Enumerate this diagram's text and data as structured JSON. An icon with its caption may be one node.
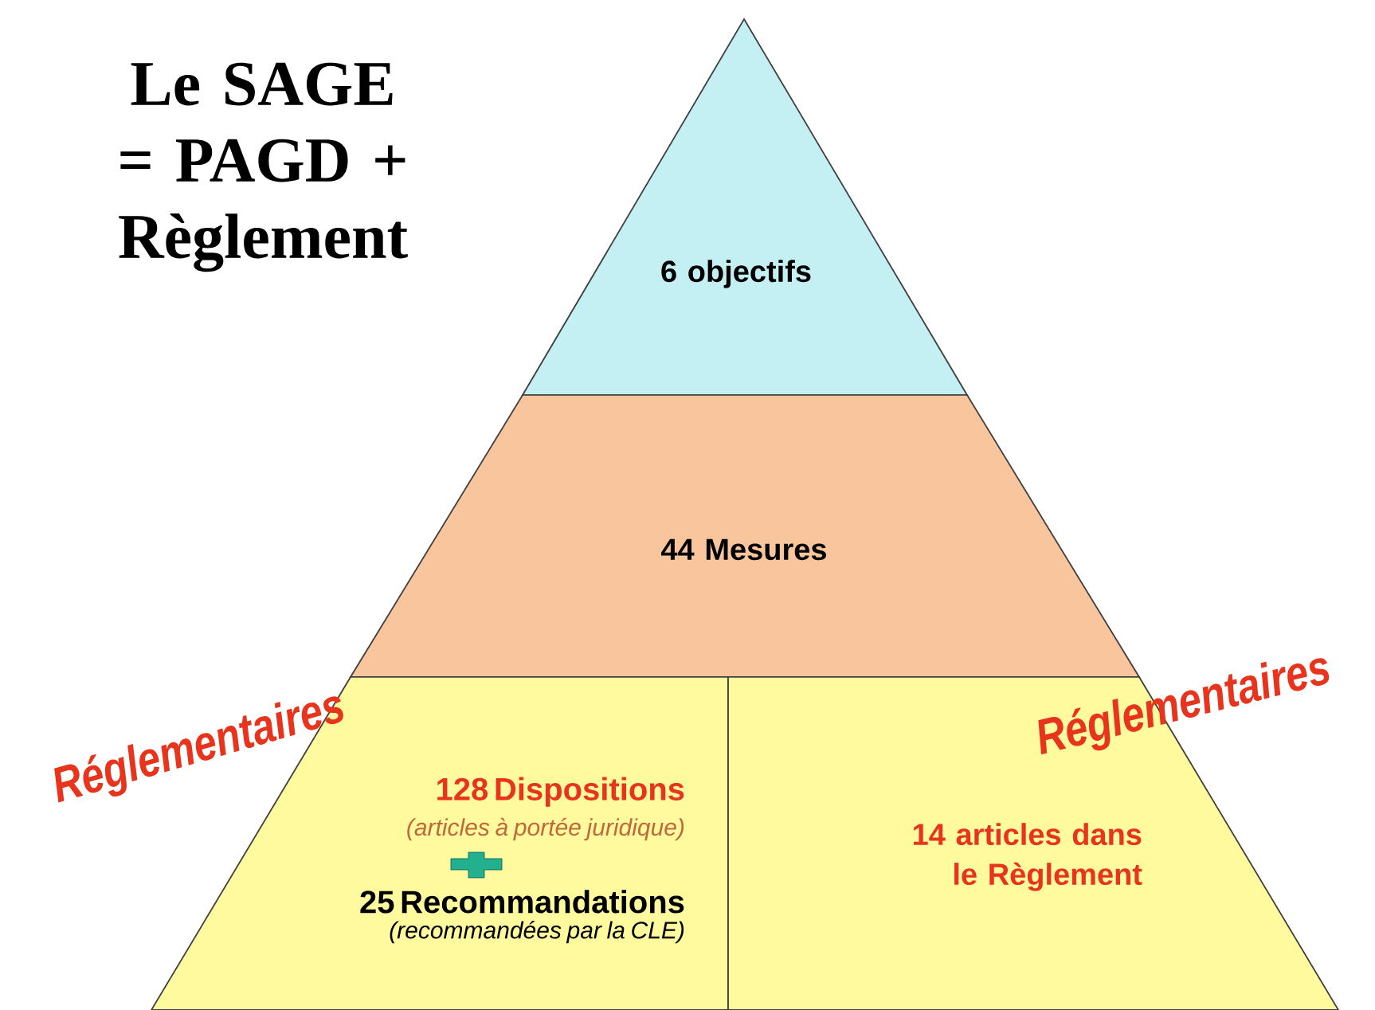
{
  "diagram": {
    "title": "Le SAGE = PAGD + Règlement",
    "nodes": [
      {
        "text": [
          "6 objectifs"
        ]
      },
      {
        "text": [
          "44 Mesures"
        ]
      },
      {
        "text": [
          "128 Dispositions",
          "(articles à portée juridique)",
          "25 Recommandations",
          "(recommandées par la CLE)"
        ]
      },
      {
        "text": [
          "14 articles dans le Règlement"
        ]
      }
    ],
    "edges": [],
    "labels": [
      "Réglementaires",
      "Réglementaires"
    ]
  }
}
